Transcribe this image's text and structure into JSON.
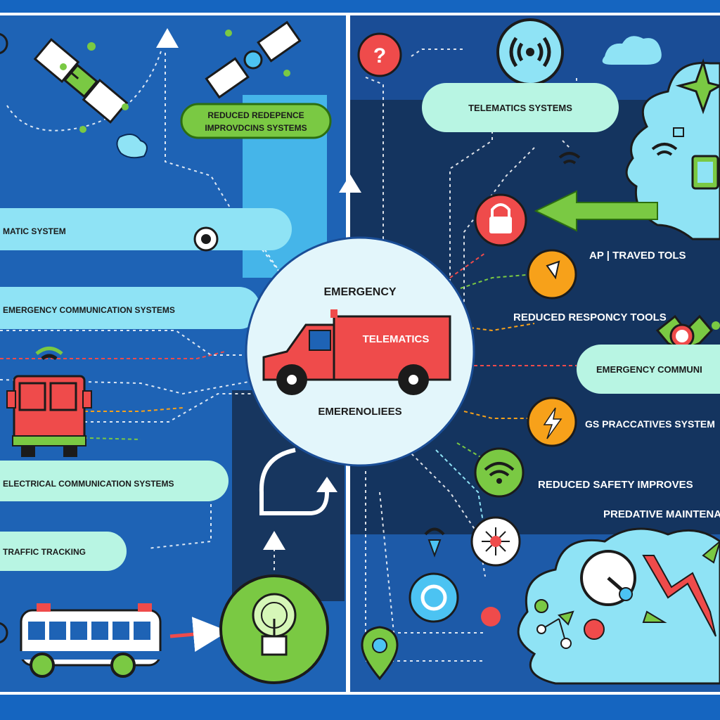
{
  "center": {
    "top_label": "EMERGENCY",
    "truck_label": "TELEMATICS",
    "bottom_label": "EMERENOLIEES"
  },
  "left_labels": {
    "reduced_box_line1": "REDUCED REDEPENCE",
    "reduced_box_line2": "IMPROVDCINS SYSTEMS",
    "band1": "MATIC SYSTEM",
    "band2": "EMERGENCY COMMUNICATION SYSTEMS",
    "band3": "ELECTRICAL COMMUNICATION SYSTEMS",
    "band4": "TRAFFIC TRACKING"
  },
  "right_labels": {
    "telematics_pill": "TELEMATICS SYSTEMS",
    "ap_travel": "AP | TRAVED TOLS",
    "reduced_response": "REDUCED RESPONCY TOOLS",
    "emergency_pill": "EMERGENCY COMMUNI",
    "gs_predictives": "GS PRACCATIVES SYSTEM",
    "reduced_safety": "REDUCED SAFETY IMPROVES",
    "predictive": "PREDATIVE MAINTENANCE"
  },
  "colors": {
    "left_bg": "#1e63b5",
    "right_bg": "#14345f",
    "center": "#e3f6fb",
    "red": "#ef4b4b",
    "green": "#7ac943",
    "orange": "#f7a11a",
    "cyan": "#8fe3f5",
    "mint": "#b8f5e3"
  },
  "icons": [
    "satellite-icon",
    "question-icon",
    "broadcast-icon",
    "cloud-icon",
    "sparkle-icon",
    "lock-icon",
    "lightbulb-icon",
    "lightning-icon",
    "wifi-icon",
    "virus-icon",
    "ring-icon",
    "map-pin-icon",
    "gauge-icon",
    "arrow-icon",
    "bus-icon",
    "fire-truck-icon",
    "school-bus-icon",
    "speaker-icon",
    "robot-icon"
  ]
}
